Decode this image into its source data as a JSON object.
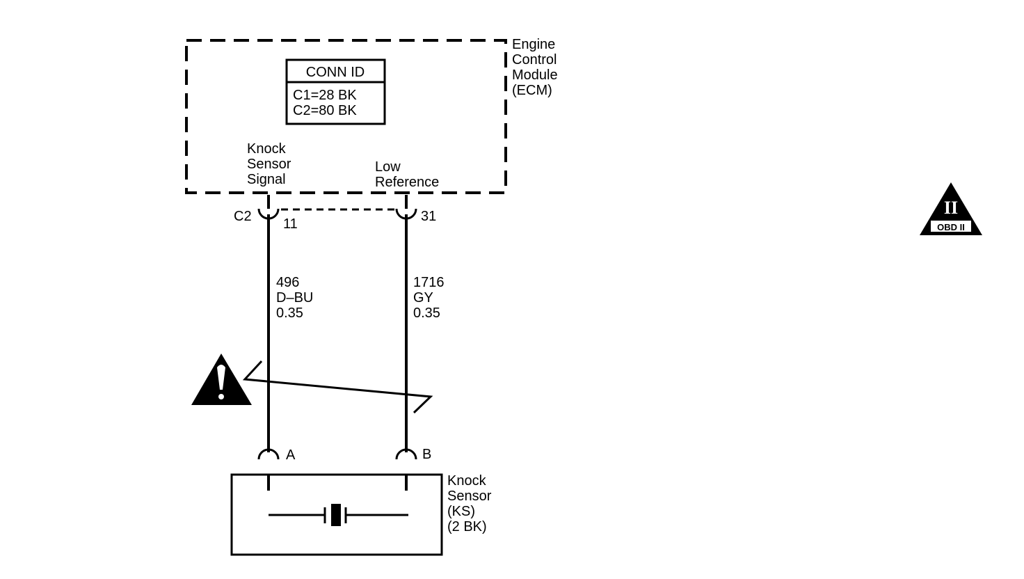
{
  "ecm": {
    "label_lines": [
      "Engine",
      "Control",
      "Module",
      "(ECM)"
    ],
    "conn_id": {
      "header": "CONN ID",
      "lines": [
        "C1=28 BK",
        "C2=80 BK"
      ]
    },
    "signal_label_lines": [
      "Knock",
      "Sensor",
      "Signal"
    ],
    "low_ref_label_lines": [
      "Low",
      "Reference"
    ],
    "connector_name": "C2",
    "pin_signal": "11",
    "pin_low_ref": "31"
  },
  "wires": [
    {
      "circuit": "496",
      "color": "D–BU",
      "gauge": "0.35"
    },
    {
      "circuit": "1716",
      "color": "GY",
      "gauge": "0.35"
    }
  ],
  "sensor": {
    "pin_a": "A",
    "pin_b": "B",
    "label_lines": [
      "Knock",
      "Sensor",
      "(KS)",
      "(2 BK)"
    ]
  },
  "obd_badge": {
    "numeral": "II",
    "text": "OBD II"
  },
  "icons": {
    "warning": "caution-triangle-icon",
    "obd": "obd-ii-icon"
  }
}
